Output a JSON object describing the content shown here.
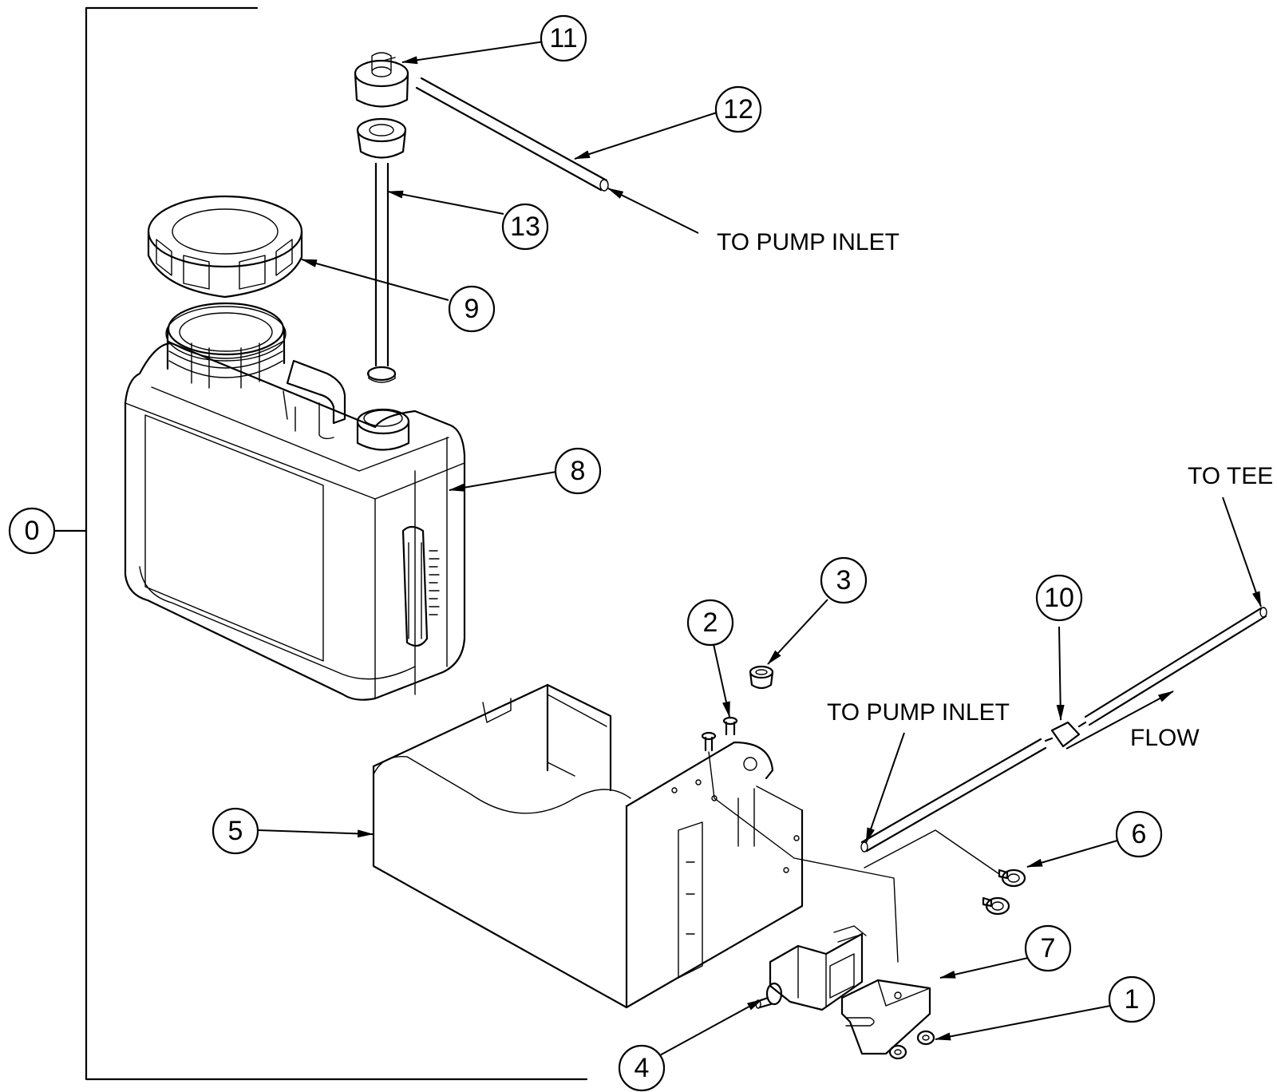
{
  "callouts": {
    "c0": "0",
    "c1": "1",
    "c2": "2",
    "c3": "3",
    "c4": "4",
    "c5": "5",
    "c6": "6",
    "c7": "7",
    "c8": "8",
    "c9": "9",
    "c10": "10",
    "c11": "11",
    "c12": "12",
    "c13": "13"
  },
  "notes": {
    "to_pump_inlet_top": "TO PUMP INLET",
    "to_pump_inlet_bottom": "TO PUMP INLET",
    "to_tee": "TO TEE",
    "flow": "FLOW"
  }
}
